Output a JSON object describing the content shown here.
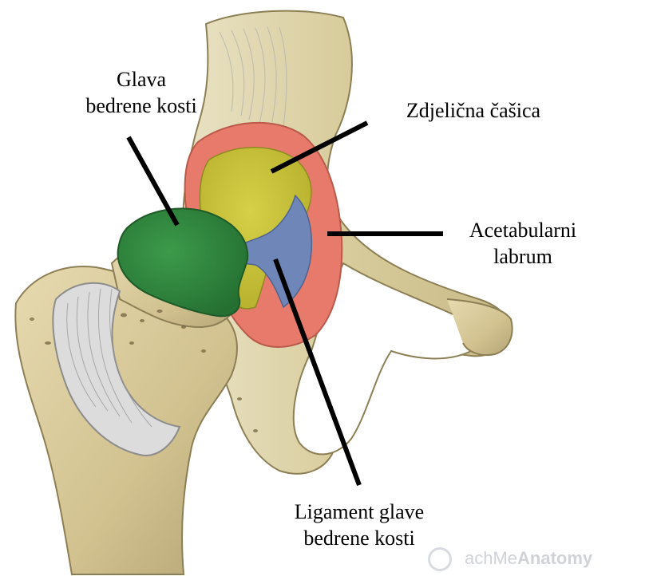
{
  "labels": {
    "femoral_head": {
      "line1": "Glava",
      "line2": "bedrene kosti"
    },
    "acetabulum": "Zdjelična čašica",
    "labrum": {
      "line1": "Acetabularni",
      "line2": "labrum"
    },
    "ligament": {
      "line1": "Ligament glave",
      "line2": "bedrene kosti"
    }
  },
  "watermark": {
    "prefix": "achMe",
    "strong": "Anatomy"
  },
  "colors": {
    "bone": "#d7c89a",
    "bone_shadow": "#a8986a",
    "femoral_head": "#2e8b3e",
    "acetabulum": "#c8c23a",
    "labrum": "#e77a6a",
    "ligament": "#6f86b8",
    "cartilage": "#d8d8d8",
    "pointer": "#000000"
  }
}
